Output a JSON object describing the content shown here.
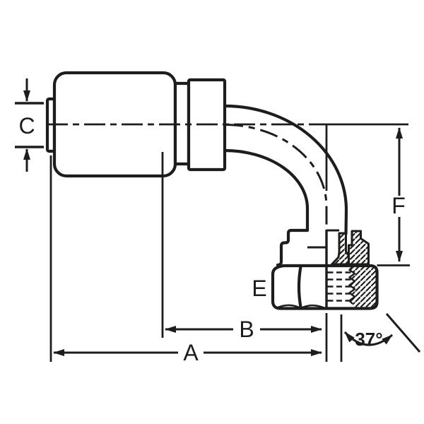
{
  "page": {
    "background": "#ffffff",
    "line_color": "#1d1d1b"
  },
  "diagram": {
    "kind": "technical-dimension-drawing",
    "subject": "90-degree elbow crimp hose fitting with female 37-degree flare (JIC) swivel nut, half-section side view",
    "labels": {
      "a": "A",
      "b": "B",
      "c": "C",
      "e": "E",
      "f": "F"
    },
    "angle": {
      "label": "37°"
    },
    "features": [
      "crimp-shell",
      "shell-lip",
      "neck",
      "collar",
      "90-degree-tube-bend",
      "swivel-nut-sleeve",
      "tube-flare-section",
      "nut-wall-section",
      "hex-nut-with-internal-threads",
      "flare-seat-angle-37deg"
    ]
  }
}
